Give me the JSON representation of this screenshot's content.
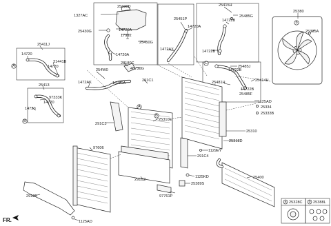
{
  "labels": {
    "p25330D": "25330D",
    "p1327AC": "1327AC",
    "p25430G": "25430G",
    "p14720A_a": "14720A",
    "p17992": "17992",
    "p25450G": "25450G",
    "p14720A_b": "14720A",
    "p25451P": "25451P",
    "p14720A_c": "14720A",
    "p1472AX_a": "1472AX",
    "p25415H": "25415H",
    "p25485G": "25485G",
    "p14722B_a": "14722B",
    "p14722B_b": "14722B",
    "p25380": "25380",
    "p25395A": "25395A",
    "p25411J": "25411J",
    "p14720_a": "14720",
    "p31441B": "31441B",
    "p14720_b": "14720",
    "p28180C": "28180C",
    "p254W0": "254W0",
    "p48730G": "48730G",
    "p1472AK": "1472AK",
    "p14720A_d": "14720A",
    "p291C1": "291C1",
    "p25485J": "25485J",
    "p14722B_c": "14722B",
    "p25414H": "25414H",
    "p25481H": "25481H",
    "p14722B_d": "14722B",
    "p25485F": "25485F",
    "p25413": "25413",
    "p97333K": "97333K",
    "p14720_c": "14720",
    "p14720_d": "14720",
    "p1125AD_a": "1125AD",
    "p25334": "25334",
    "p25333B": "25333B",
    "p291C3": "291C3",
    "p25310E": "25310E",
    "p25310": "25310",
    "p25318D": "25318D",
    "p1129EY": "1129EY",
    "p291C4": "291C4",
    "p97606": "97606",
    "p291C2": "291C2",
    "p1125KD": "1125KD",
    "p25389S": "25389S",
    "p97761P": "97761P",
    "p25400": "25400",
    "p29180": "29180",
    "p1125AD_b": "1125AD",
    "p25328C": "25328C",
    "p25388L": "25388L",
    "fr": "FR."
  },
  "callouts": {
    "A": "A",
    "B": "B",
    "C": "C",
    "a": "a",
    "b": "b"
  }
}
